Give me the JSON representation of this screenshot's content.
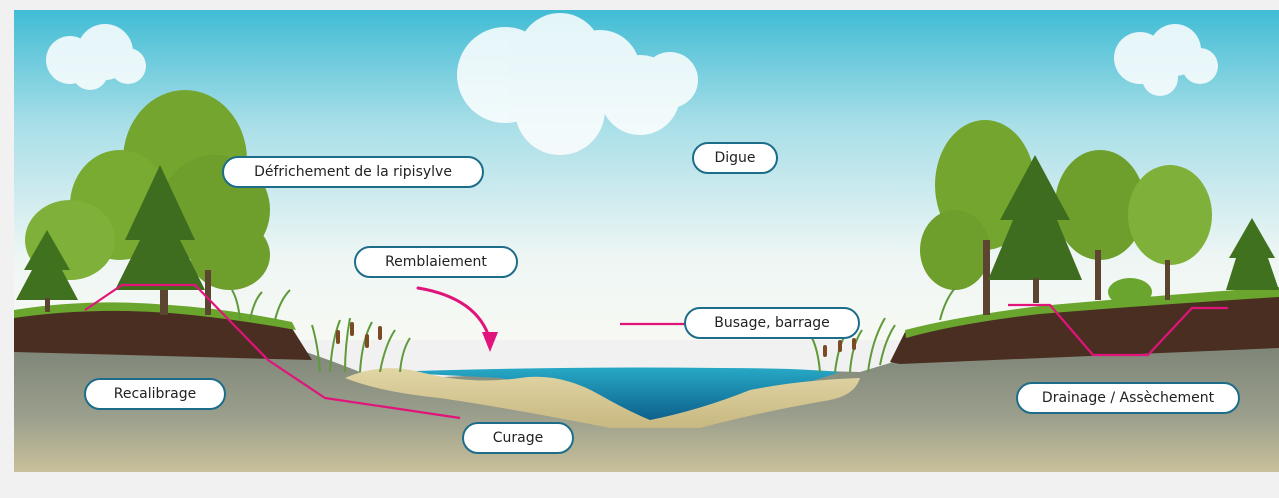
{
  "labels": {
    "defrichement": "Défrichement de la ripisylve",
    "digue": "Digue",
    "remblaiement": "Remblaiement",
    "busage": "Busage, barrage",
    "recalibrage": "Recalibrage",
    "curage": "Curage",
    "drainage": "Drainage / Assèchement"
  },
  "colors": {
    "label_border": "#1d6d8a",
    "marker_line": "#e0147a",
    "water": "#1b8fb0",
    "soil": "#4a2e22",
    "grass": "#6aa52e",
    "tree": "#6e9e2c",
    "conifer": "#3f6d1f",
    "gravel": "#8f9488",
    "sand": "#d6c790"
  }
}
